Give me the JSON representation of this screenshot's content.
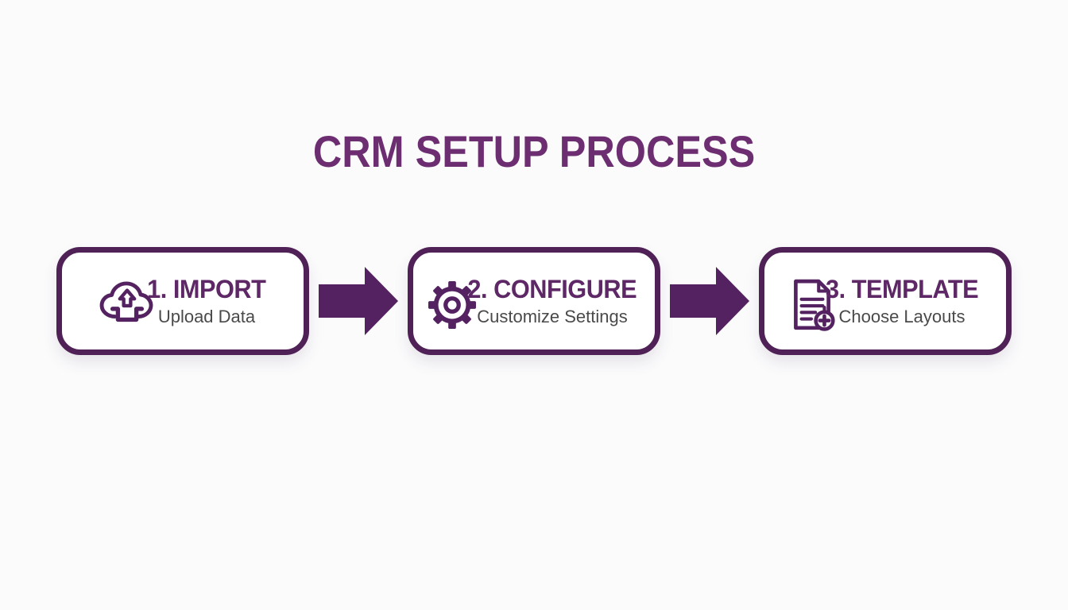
{
  "title": "CRM SETUP PROCESS",
  "colors": {
    "primary": "#552261",
    "border": "#4f2157",
    "title": "#6d2e71",
    "heading": "#5e2766",
    "subtitle": "#4a4a4a",
    "background": "#fbfbfc",
    "box_background": "#ffffff"
  },
  "steps": [
    {
      "heading": "1. IMPORT",
      "subtitle": "Upload Data",
      "icon": "cloud-upload-icon"
    },
    {
      "heading": "2. CONFIGURE",
      "subtitle": "Customize Settings",
      "icon": "gear-icon"
    },
    {
      "heading": "3. TEMPLATE",
      "subtitle": "Choose Layouts",
      "icon": "document-add-icon"
    }
  ],
  "connector": "right-block-arrow"
}
